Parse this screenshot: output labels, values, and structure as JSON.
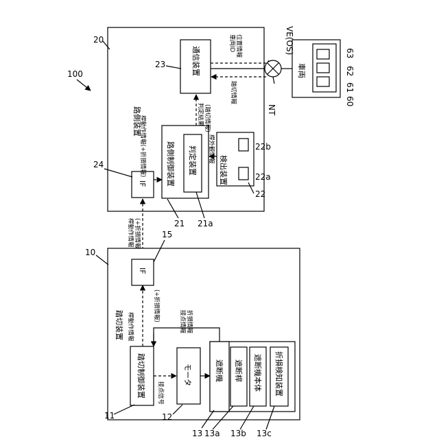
{
  "labels": {
    "fig_ref": "100",
    "side_title": "路側装置",
    "side_ref": "20",
    "comm_device": "通信装置",
    "comm_ref": "23",
    "if_side": "IF",
    "if_side_ref": "24",
    "road_ctrl": "路側制御装置",
    "road_ctrl_ref": "21",
    "judge": "判定装置",
    "judge_ref": "21a",
    "detect": "検出装置",
    "detect_ref": "22",
    "det_a_ref": "22a",
    "det_b_ref": "22b",
    "rail_title": "踏切装置",
    "rail_ref": "10",
    "if_rail": "IF",
    "if_rail_ref": "15",
    "rail_ctrl": "踏切制御装置",
    "rail_ctrl_ref": "11",
    "motor": "モータ",
    "motor_ref": "12",
    "barrier": "遮断機",
    "barrier_ref": "13",
    "barrier_rod": "遮断桿",
    "barrier_rod_ref": "13a",
    "barrier_body": "遮断機本体",
    "barrier_body_ref": "13b",
    "break_detect": "折損検知装置",
    "break_detect_ref": "13c",
    "vehicle": "車両",
    "vehicle_title": "VE(OS)",
    "v60": "60",
    "v61": "61",
    "v62": "62",
    "v63": "63",
    "nt": "NT"
  },
  "flows": {
    "vehicle_id_pos": "車両ID",
    "vehicle_id_pos2": "位置情報",
    "crossing_info": "踏切情報",
    "judge_result": "判定結果",
    "judge_result2": "(踏切情報)",
    "outside_rod": "桿外観情報",
    "rod_action_side": "桿動作情報(+折損情報)",
    "rod_action_mid": "桿動作情報",
    "rod_action_mid2": "(+折損情報)",
    "rod_action_rail": "桿動作情報",
    "rod_action_rail2": "(+折損情報)",
    "contact_info": "接点情報",
    "contact_info2": "折損情報",
    "contact_signal": "接点信号"
  }
}
